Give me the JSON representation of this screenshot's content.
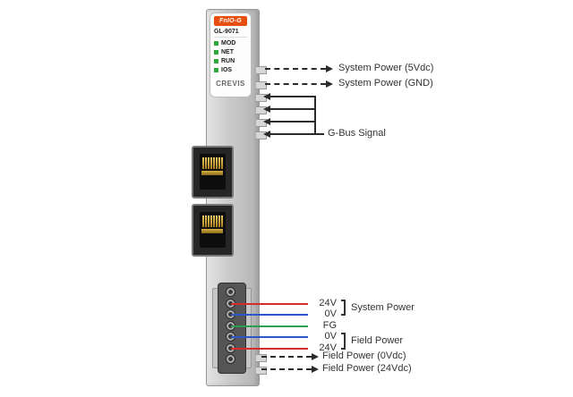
{
  "module": {
    "series_badge": "FnIO-G",
    "model": "GL-9071",
    "leds": [
      "MOD",
      "NET",
      "RUN",
      "IOS"
    ],
    "brand": "CREVIS"
  },
  "callouts": {
    "system_power_5v": "System Power (5Vdc)",
    "system_power_gnd": "System Power (GND)",
    "gbus_signal": "G-Bus Signal",
    "field_power_0v": "Field Power (0Vdc)",
    "field_power_24v": "Field Power (24Vdc)"
  },
  "terminal": {
    "wire_labels": [
      "24V",
      "0V",
      "FG",
      "0V",
      "24V"
    ],
    "groups": {
      "system_power": "System Power",
      "field_power": "Field Power"
    }
  },
  "colors": {
    "badge": "#e84e0e",
    "led": "#2ea83a",
    "wire_red": "#d62b2b",
    "wire_blue": "#2f55c8",
    "wire_green": "#2f9e4f"
  }
}
